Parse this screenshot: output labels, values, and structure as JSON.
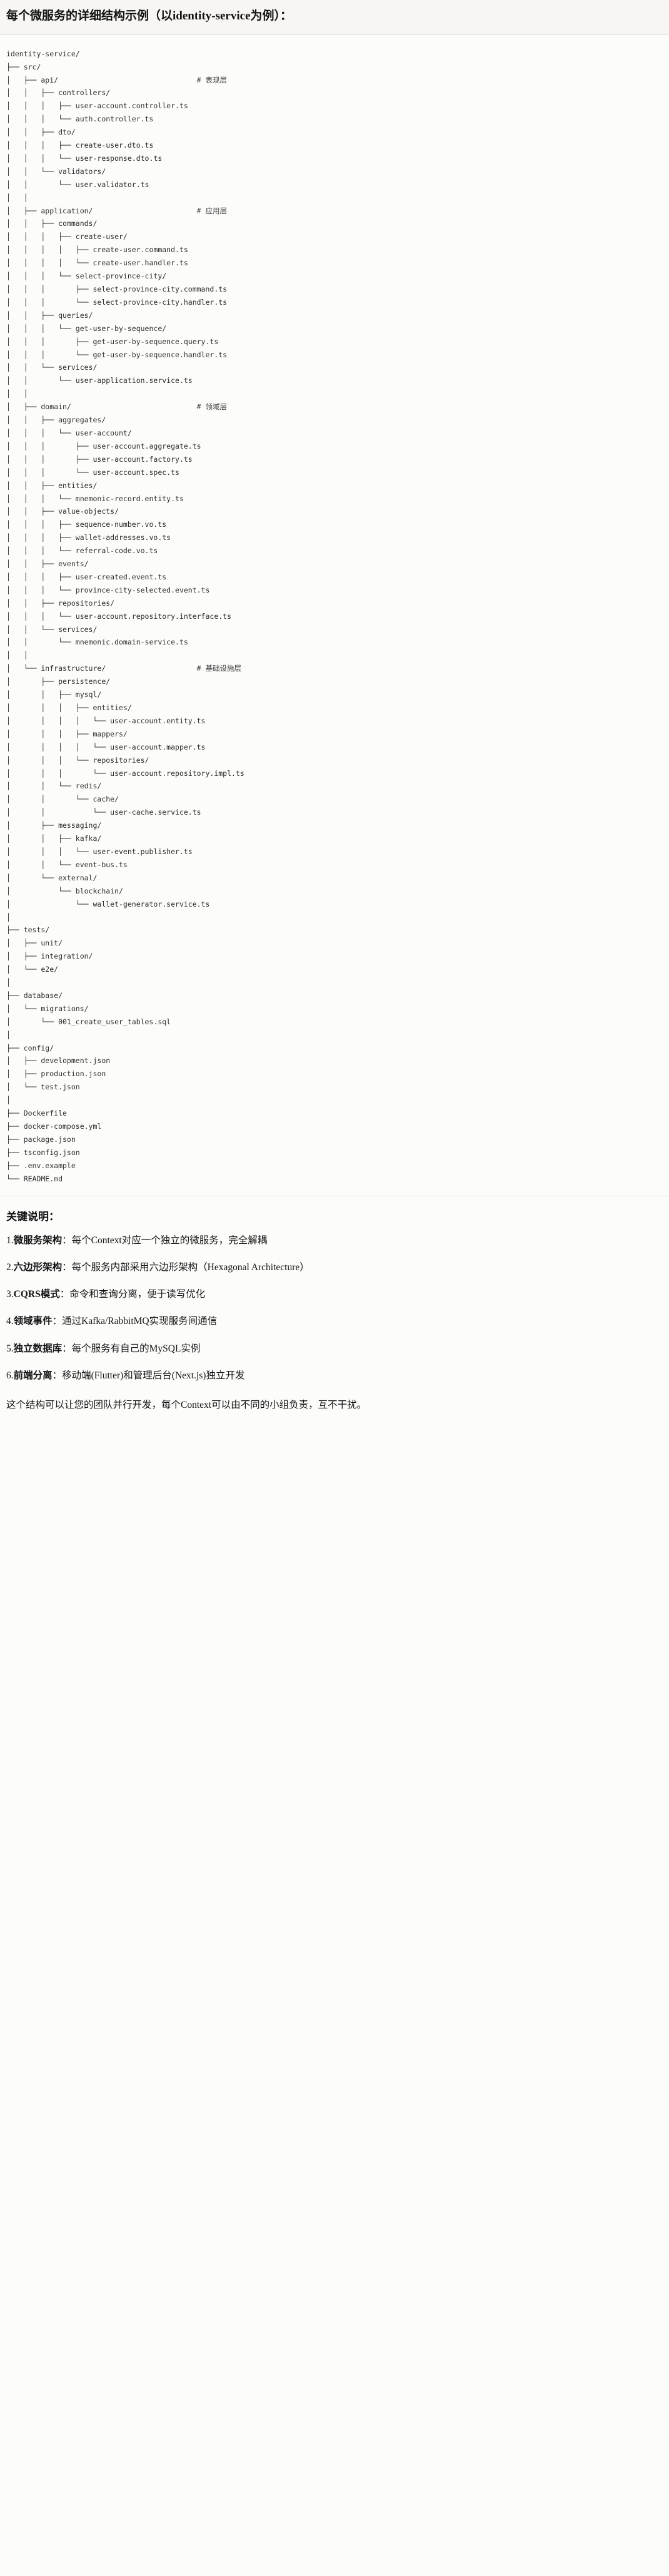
{
  "header": {
    "title": "每个微服务的详细结构示例（以identity-service为例）："
  },
  "tree": {
    "root": "identity-service/",
    "lines": [
      {
        "text": "identity-service/",
        "comment": ""
      },
      {
        "text": "├── src/",
        "comment": ""
      },
      {
        "text": "│   ├── api/",
        "comment": "# 表现层"
      },
      {
        "text": "│   │   ├── controllers/",
        "comment": ""
      },
      {
        "text": "│   │   │   ├── user-account.controller.ts",
        "comment": ""
      },
      {
        "text": "│   │   │   └── auth.controller.ts",
        "comment": ""
      },
      {
        "text": "│   │   ├── dto/",
        "comment": ""
      },
      {
        "text": "│   │   │   ├── create-user.dto.ts",
        "comment": ""
      },
      {
        "text": "│   │   │   └── user-response.dto.ts",
        "comment": ""
      },
      {
        "text": "│   │   └── validators/",
        "comment": ""
      },
      {
        "text": "│   │       └── user.validator.ts",
        "comment": ""
      },
      {
        "text": "│   │",
        "comment": ""
      },
      {
        "text": "│   ├── application/",
        "comment": "# 应用层"
      },
      {
        "text": "│   │   ├── commands/",
        "comment": ""
      },
      {
        "text": "│   │   │   ├── create-user/",
        "comment": ""
      },
      {
        "text": "│   │   │   │   ├── create-user.command.ts",
        "comment": ""
      },
      {
        "text": "│   │   │   │   └── create-user.handler.ts",
        "comment": ""
      },
      {
        "text": "│   │   │   └── select-province-city/",
        "comment": ""
      },
      {
        "text": "│   │   │       ├── select-province-city.command.ts",
        "comment": ""
      },
      {
        "text": "│   │   │       └── select-province-city.handler.ts",
        "comment": ""
      },
      {
        "text": "│   │   ├── queries/",
        "comment": ""
      },
      {
        "text": "│   │   │   └── get-user-by-sequence/",
        "comment": ""
      },
      {
        "text": "│   │   │       ├── get-user-by-sequence.query.ts",
        "comment": ""
      },
      {
        "text": "│   │   │       └── get-user-by-sequence.handler.ts",
        "comment": ""
      },
      {
        "text": "│   │   └── services/",
        "comment": ""
      },
      {
        "text": "│   │       └── user-application.service.ts",
        "comment": ""
      },
      {
        "text": "│   │",
        "comment": ""
      },
      {
        "text": "│   ├── domain/",
        "comment": "# 领域层"
      },
      {
        "text": "│   │   ├── aggregates/",
        "comment": ""
      },
      {
        "text": "│   │   │   └── user-account/",
        "comment": ""
      },
      {
        "text": "│   │   │       ├── user-account.aggregate.ts",
        "comment": ""
      },
      {
        "text": "│   │   │       ├── user-account.factory.ts",
        "comment": ""
      },
      {
        "text": "│   │   │       └── user-account.spec.ts",
        "comment": ""
      },
      {
        "text": "│   │   ├── entities/",
        "comment": ""
      },
      {
        "text": "│   │   │   └── mnemonic-record.entity.ts",
        "comment": ""
      },
      {
        "text": "│   │   ├── value-objects/",
        "comment": ""
      },
      {
        "text": "│   │   │   ├── sequence-number.vo.ts",
        "comment": ""
      },
      {
        "text": "│   │   │   ├── wallet-addresses.vo.ts",
        "comment": ""
      },
      {
        "text": "│   │   │   └── referral-code.vo.ts",
        "comment": ""
      },
      {
        "text": "│   │   ├── events/",
        "comment": ""
      },
      {
        "text": "│   │   │   ├── user-created.event.ts",
        "comment": ""
      },
      {
        "text": "│   │   │   └── province-city-selected.event.ts",
        "comment": ""
      },
      {
        "text": "│   │   ├── repositories/",
        "comment": ""
      },
      {
        "text": "│   │   │   └── user-account.repository.interface.ts",
        "comment": ""
      },
      {
        "text": "│   │   └── services/",
        "comment": ""
      },
      {
        "text": "│   │       └── mnemonic.domain-service.ts",
        "comment": ""
      },
      {
        "text": "│   │",
        "comment": ""
      },
      {
        "text": "│   └── infrastructure/",
        "comment": "# 基础设施层"
      },
      {
        "text": "│       ├── persistence/",
        "comment": ""
      },
      {
        "text": "│       │   ├── mysql/",
        "comment": ""
      },
      {
        "text": "│       │   │   ├── entities/",
        "comment": ""
      },
      {
        "text": "│       │   │   │   └── user-account.entity.ts",
        "comment": ""
      },
      {
        "text": "│       │   │   ├── mappers/",
        "comment": ""
      },
      {
        "text": "│       │   │   │   └── user-account.mapper.ts",
        "comment": ""
      },
      {
        "text": "│       │   │   └── repositories/",
        "comment": ""
      },
      {
        "text": "│       │   │       └── user-account.repository.impl.ts",
        "comment": ""
      },
      {
        "text": "│       │   └── redis/",
        "comment": ""
      },
      {
        "text": "│       │       └── cache/",
        "comment": ""
      },
      {
        "text": "│       │           └── user-cache.service.ts",
        "comment": ""
      },
      {
        "text": "│       ├── messaging/",
        "comment": ""
      },
      {
        "text": "│       │   ├── kafka/",
        "comment": ""
      },
      {
        "text": "│       │   │   └── user-event.publisher.ts",
        "comment": ""
      },
      {
        "text": "│       │   └── event-bus.ts",
        "comment": ""
      },
      {
        "text": "│       └── external/",
        "comment": ""
      },
      {
        "text": "│           └── blockchain/",
        "comment": ""
      },
      {
        "text": "│               └── wallet-generator.service.ts",
        "comment": ""
      },
      {
        "text": "│",
        "comment": ""
      },
      {
        "text": "├── tests/",
        "comment": ""
      },
      {
        "text": "│   ├── unit/",
        "comment": ""
      },
      {
        "text": "│   ├── integration/",
        "comment": ""
      },
      {
        "text": "│   └── e2e/",
        "comment": ""
      },
      {
        "text": "│",
        "comment": ""
      },
      {
        "text": "├── database/",
        "comment": ""
      },
      {
        "text": "│   └── migrations/",
        "comment": ""
      },
      {
        "text": "│       └── 001_create_user_tables.sql",
        "comment": ""
      },
      {
        "text": "│",
        "comment": ""
      },
      {
        "text": "├── config/",
        "comment": ""
      },
      {
        "text": "│   ├── development.json",
        "comment": ""
      },
      {
        "text": "│   ├── production.json",
        "comment": ""
      },
      {
        "text": "│   └── test.json",
        "comment": ""
      },
      {
        "text": "│",
        "comment": ""
      },
      {
        "text": "├── Dockerfile",
        "comment": ""
      },
      {
        "text": "├── docker-compose.yml",
        "comment": ""
      },
      {
        "text": "├── package.json",
        "comment": ""
      },
      {
        "text": "├── tsconfig.json",
        "comment": ""
      },
      {
        "text": "├── .env.example",
        "comment": ""
      },
      {
        "text": "└── README.md",
        "comment": ""
      }
    ],
    "comment_column": 44
  },
  "notes": {
    "heading": "关键说明：",
    "items": [
      {
        "num": "1.",
        "lead": "微服务架构",
        "body": "：每个Context对应一个独立的微服务，完全解耦"
      },
      {
        "num": "2.",
        "lead": "六边形架构",
        "body": "：每个服务内部采用六边形架构（Hexagonal Architecture）"
      },
      {
        "num": "3.",
        "lead": "CQRS模式",
        "body": "：命令和查询分离，便于读写优化"
      },
      {
        "num": "4.",
        "lead": "领域事件",
        "body": "：通过Kafka/RabbitMQ实现服务间通信"
      },
      {
        "num": "5.",
        "lead": "独立数据库",
        "body": "：每个服务有自己的MySQL实例"
      },
      {
        "num": "6.",
        "lead": "前端分离",
        "body": "：移动端(Flutter)和管理后台(Next.js)独立开发"
      }
    ],
    "closing": "这个结构可以让您的团队并行开发，每个Context可以由不同的小组负责，互不干扰。"
  }
}
